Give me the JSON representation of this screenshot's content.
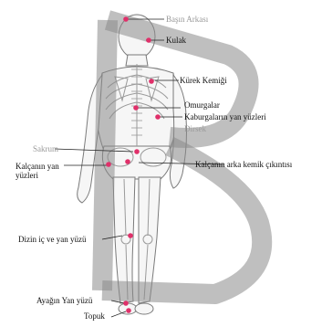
{
  "diagram": {
    "labels": {
      "basin_arkasi": "Başın Arkası",
      "kulak": "Kulak",
      "kurek_kemigi": "Kürek Kemiği",
      "omurgalar": "Omurgalar",
      "kaburgalar": "Kaburgaların yan yüzleri",
      "dirsek": "Dirsek",
      "sakrum": "Sakrum",
      "kalca_yan": "Kalçanın yan yüzleri",
      "kalca_arka": "Kalçanın arka kemik çıkıntısı",
      "dizin_ic": "Dizin iç ve yan yüzü",
      "ayak_yan": "Ayağın Yan yüzü",
      "topuk": "Topuk"
    },
    "colors": {
      "pressure_point": "#e0306a",
      "watermark": "#8a8a8a",
      "leader_line": "#222222"
    }
  }
}
